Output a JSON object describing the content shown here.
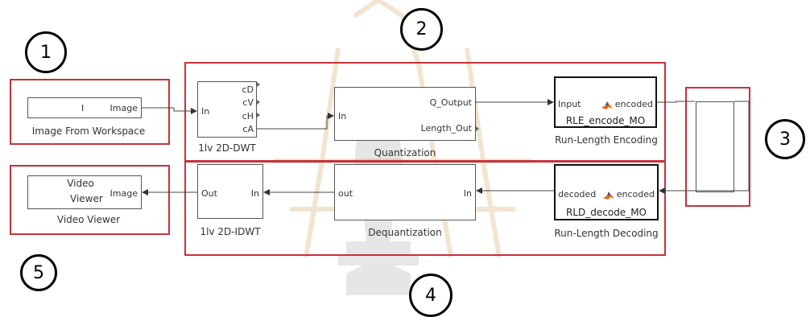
{
  "colors": {
    "highlight": "#c8313c",
    "watermark": "#c98a2c"
  },
  "markers": [
    "1",
    "2",
    "3",
    "4",
    "5"
  ],
  "blocks": {
    "image_from_workspace": {
      "value": "I",
      "port": "Image",
      "caption": "Image From Workspace"
    },
    "dwt": {
      "in": "In",
      "out_cd": "cD",
      "out_cv": "cV",
      "out_ch": "cH",
      "out_ca": "cA",
      "caption": "1lv 2D-DWT"
    },
    "quantization": {
      "in": "In",
      "out_q": "Q_Output",
      "out_len": "Length_Out",
      "caption": "Quantization"
    },
    "rle": {
      "in": "Input",
      "out": "encoded",
      "function": "RLE_encode_MO",
      "caption": "Run-Length Encoding",
      "icon": "matlab-function-icon"
    },
    "rld": {
      "out": "decoded",
      "in": "encoded",
      "function": "RLD_decode_MO",
      "caption": "Run-Length Decoding",
      "icon": "matlab-function-icon"
    },
    "dequantization": {
      "out": "out",
      "in": "In",
      "caption": "Dequantization"
    },
    "idwt": {
      "out": "Out",
      "in": "In",
      "caption": "1lv 2D-IDWT"
    },
    "video_viewer": {
      "name_line1": "Video",
      "name_line2": "Viewer",
      "port": "Image",
      "caption": "Video Viewer"
    }
  }
}
